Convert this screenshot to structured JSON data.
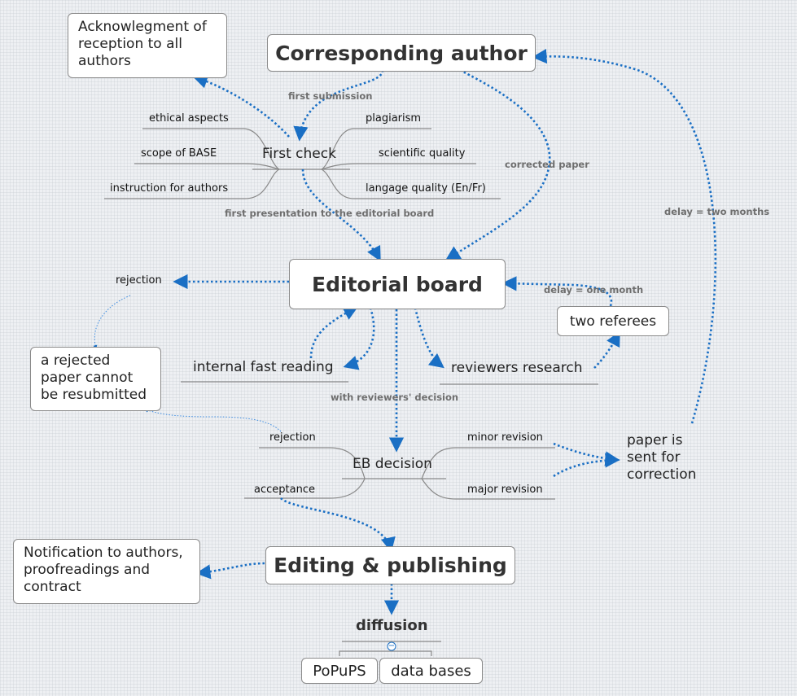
{
  "corresponding_author": "Corresponding author",
  "acknowledgment": "Acknowlegment of reception to all authors",
  "first_submission": "first submission",
  "first_check": {
    "title": "First check",
    "left": [
      "ethical aspects",
      "scope of BASE",
      "instruction for authors"
    ],
    "right": [
      "plagiarism",
      "scientific quality",
      "langage quality (En/Fr)"
    ]
  },
  "corrected_paper": "corrected paper",
  "delay_two_months": "delay = two months",
  "first_presentation": "first presentation to the editorial board",
  "editorial_board": "Editorial board",
  "rejection_top": "rejection",
  "rejected_note": "a rejected paper cannot be resubmitted",
  "delay_one_month": "delay = one month",
  "two_referees": "two referees",
  "internal_fast_reading": "internal fast reading",
  "reviewers_research": "reviewers research",
  "with_reviewers_decision": "with reviewers' decision",
  "eb_decision": {
    "title": "EB decision",
    "rejection": "rejection",
    "acceptance": "acceptance",
    "minor_revision": "minor revision",
    "major_revision": "major revision"
  },
  "paper_sent": "paper is sent for correction",
  "editing_publishing": "Editing & publishing",
  "notification": "Notification to authors, proofreadings and contract",
  "diffusion": {
    "title": "diffusion",
    "collapse_symbol": "−",
    "children": [
      "PoPuPS",
      "data bases"
    ]
  },
  "colors": {
    "arrow": "#1a6fc4",
    "branch": "#8a8a8a",
    "text": "#222222"
  }
}
